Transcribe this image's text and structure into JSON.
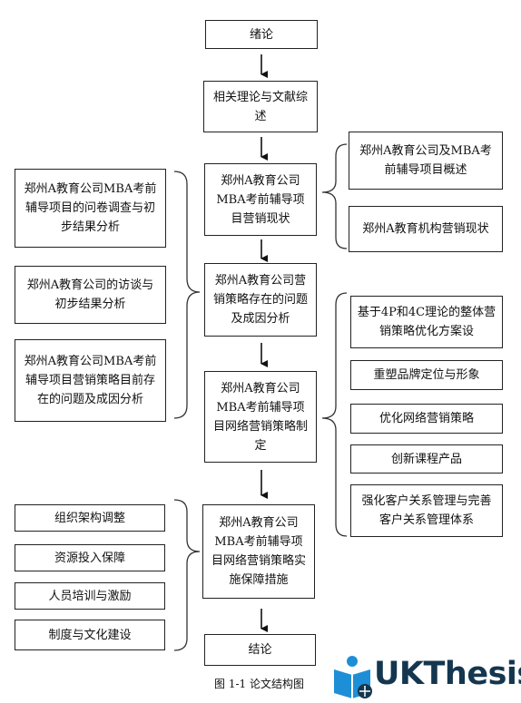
{
  "main_flow": [
    "绪论",
    "相关理论与文献综述",
    "郑州A教育公司MBA考前辅导项目营销现状",
    "郑州A教育公司营销策略存在的问题及成因分析",
    "郑州A教育公司MBA考前辅导项目网络营销策略制定",
    "郑州A教育公司MBA考前辅导项目网络营销策略实施保障措施",
    "结论"
  ],
  "right_current_status": [
    "郑州A教育公司及MBA考前辅导项目概述",
    "郑州A教育机构营销现状"
  ],
  "left_analysis": [
    "郑州A教育公司MBA考前辅导项目的问卷调查与初步结果分析",
    "郑州A教育公司的访谈与初步结果分析",
    "郑州A教育公司MBA考前辅导项目营销策略目前存在的问题及成因分析"
  ],
  "right_strategy": [
    "基于4P和4C理论的整体营销策略优化方案设",
    "重塑品牌定位与形象",
    "优化网络营销策略",
    "创新课程产品",
    "强化客户关系管理与完善客户关系管理体系"
  ],
  "left_measures": [
    "组织架构调整",
    "资源投入保障",
    "人员培训与激励",
    "制度与文化建设"
  ],
  "caption": "图 1-1 论文结构图",
  "watermark": {
    "text": "UKThesis",
    "color": "#14364f",
    "accent": "#1e8fd6"
  }
}
